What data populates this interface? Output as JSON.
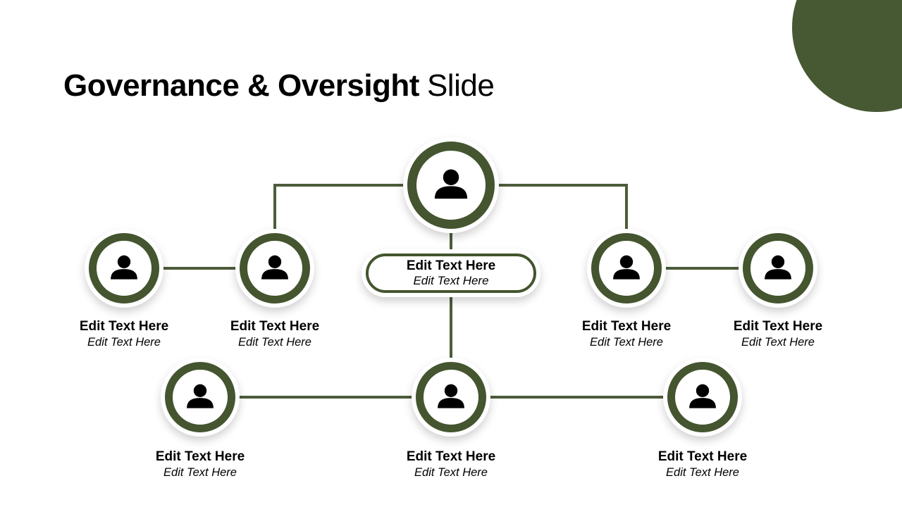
{
  "slide": {
    "title": {
      "bold": "Governance & Oversight",
      "light": "Slide"
    }
  },
  "colors": {
    "green": "#44552F",
    "line-green": "#4D5C3B",
    "corner-green": "#465933",
    "ink": "#000000"
  },
  "org_chart": {
    "top_node": {
      "icon": "person-icon"
    },
    "center_pill": {
      "title": "Edit Text Here",
      "subtitle": "Edit Text Here"
    },
    "row2": [
      {
        "title": "Edit Text Here",
        "subtitle": "Edit Text Here"
      },
      {
        "title": "Edit Text Here",
        "subtitle": "Edit Text Here"
      },
      {
        "title": "Edit Text Here",
        "subtitle": "Edit Text Here"
      },
      {
        "title": "Edit Text Here",
        "subtitle": "Edit Text Here"
      }
    ],
    "bottom": [
      {
        "title": "Edit Text Here",
        "subtitle": "Edit Text Here"
      },
      {
        "title": "Edit Text Here",
        "subtitle": "Edit Text Here"
      },
      {
        "title": "Edit Text Here",
        "subtitle": "Edit Text Here"
      }
    ]
  }
}
